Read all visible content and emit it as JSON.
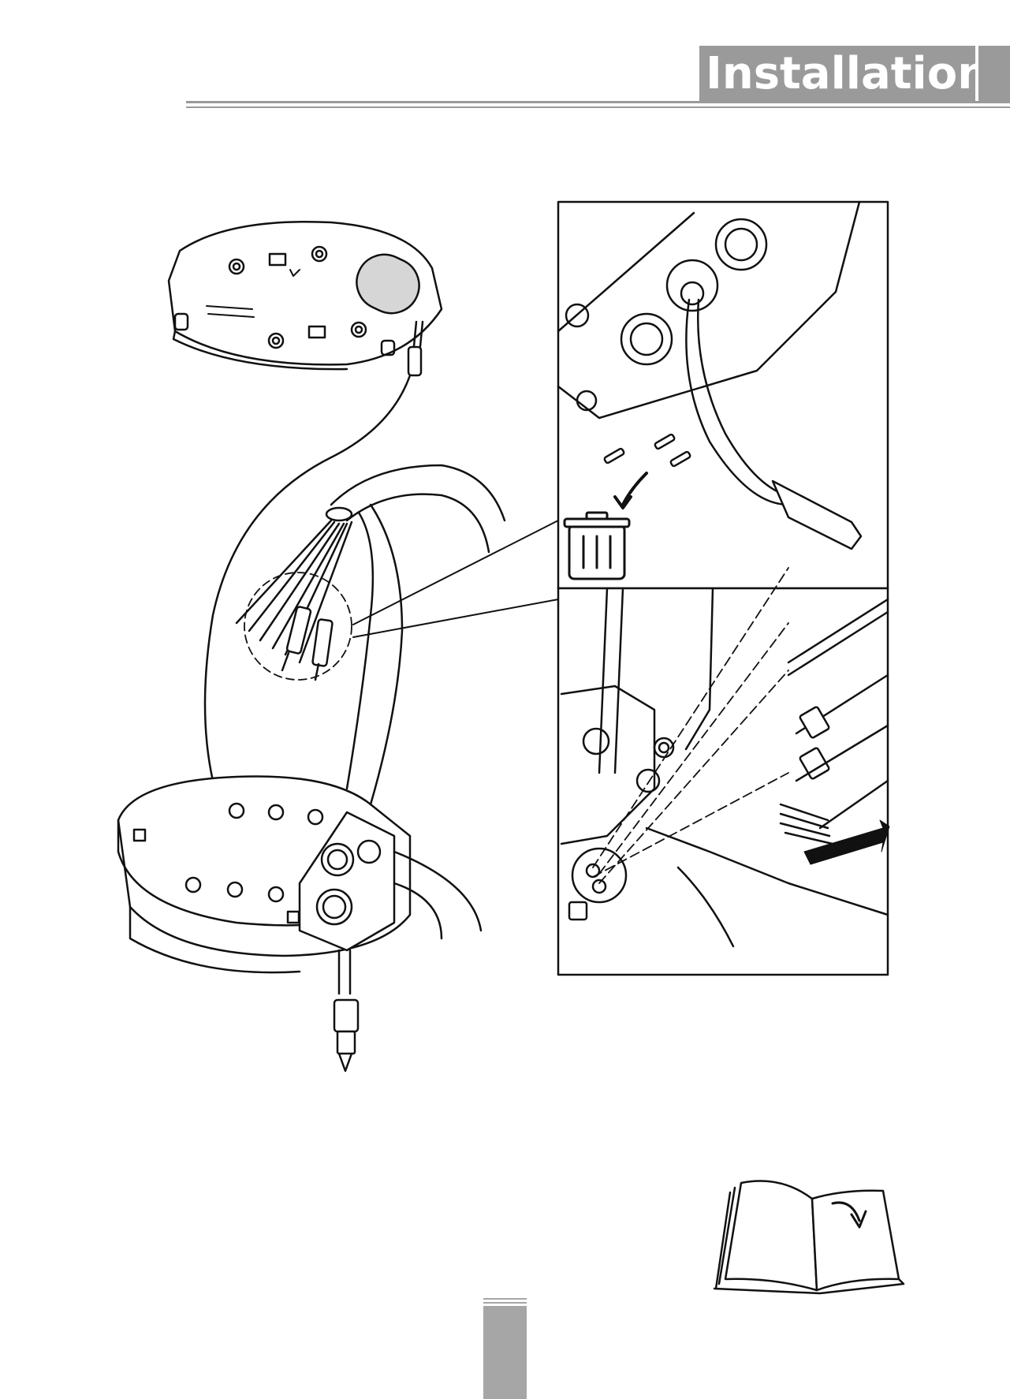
{
  "header": {
    "title": "Installation",
    "accent_color": "#9a9a9a"
  },
  "illustrations": {
    "mount_plate": {
      "icon": "mounting-plate-icon"
    },
    "junction_box": {
      "icon": "junction-box-icon"
    },
    "detail_top": {
      "icon": "remove-plugs-detail"
    },
    "detail_bottom": {
      "icon": "insert-wires-detail"
    },
    "trash": {
      "icon": "trash-bin-icon"
    },
    "manual": {
      "icon": "open-book-icon"
    }
  },
  "footer": {
    "tab_color": "#a6a6a6"
  }
}
